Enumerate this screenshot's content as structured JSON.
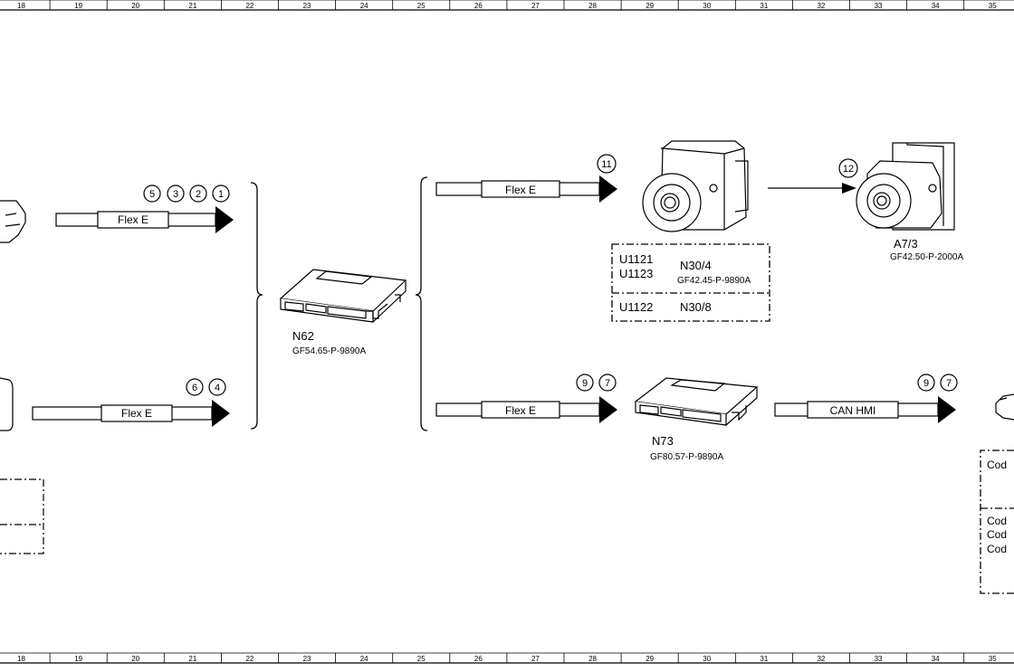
{
  "ruler": {
    "columns": [
      "18",
      "19",
      "20",
      "21",
      "22",
      "23",
      "24",
      "25",
      "26",
      "27",
      "28",
      "29",
      "30",
      "31",
      "32",
      "33",
      "34",
      "35"
    ]
  },
  "connectors": {
    "flex_e": "Flex E",
    "can_hmi": "CAN HMI"
  },
  "markers": {
    "m1": "1",
    "m2": "2",
    "m3": "3",
    "m4": "4",
    "m5": "5",
    "m6": "6",
    "m7": "7",
    "m9": "9",
    "m11": "11",
    "m12": "12"
  },
  "components": {
    "n62": {
      "label": "N62",
      "doc": "GF54.65-P-9890A"
    },
    "n73": {
      "label": "N73",
      "doc": "GF80.57-P-9890A"
    },
    "a7_3": {
      "label": "A7/3",
      "doc": "GF42.50-P-2000A"
    },
    "n30_4": {
      "label": "N30/4",
      "doc": "GF42.45-P-9890A"
    },
    "n30_8": {
      "label": "N30/8"
    }
  },
  "codes": {
    "u1121": "U1121",
    "u1123": "U1123",
    "u1122": "U1122",
    "cod": "Cod"
  }
}
